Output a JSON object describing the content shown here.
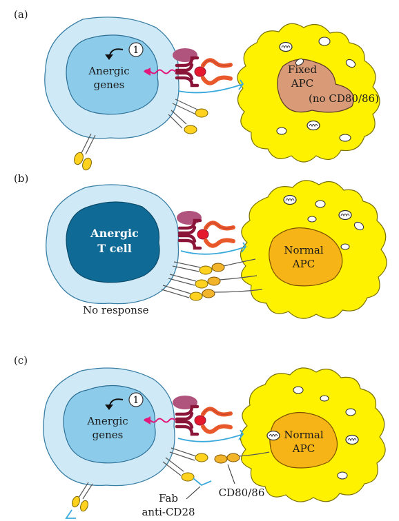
{
  "colors": {
    "tcell_outer": "#cfeaf6",
    "tcell_inner": "#8ccbea",
    "anergic_nucleus": "#0f6a95",
    "apc_body": "#fff200",
    "apc_nucleus_fixed": "#d99b77",
    "apc_nucleus_normal": "#f7b417",
    "tcr": "#8a1538",
    "mhc": "#e8582a",
    "peptide": "#e5192d",
    "signal": "#e2187b",
    "cd28": "#ffd21f",
    "cd80": "#f2b42a",
    "cd4": "#b0547e",
    "fab": "#3aa9dc"
  },
  "panels": [
    {
      "label": "(a)",
      "step_number": "1",
      "tcell_text": [
        "Anergic",
        "genes"
      ],
      "apc_text": [
        "Fixed",
        "APC",
        "(no CD80/86)"
      ]
    },
    {
      "label": "(b)",
      "tcell_text": [
        "Anergic",
        "T cell"
      ],
      "apc_text": [
        "Normal",
        "APC"
      ],
      "caption": "No response"
    },
    {
      "label": "(c)",
      "step_number": "1",
      "tcell_text": [
        "Anergic",
        "genes"
      ],
      "apc_text": [
        "Normal",
        "APC"
      ],
      "label_fab": [
        "Fab",
        "anti-CD28"
      ],
      "label_cd80": "CD80/86"
    }
  ]
}
